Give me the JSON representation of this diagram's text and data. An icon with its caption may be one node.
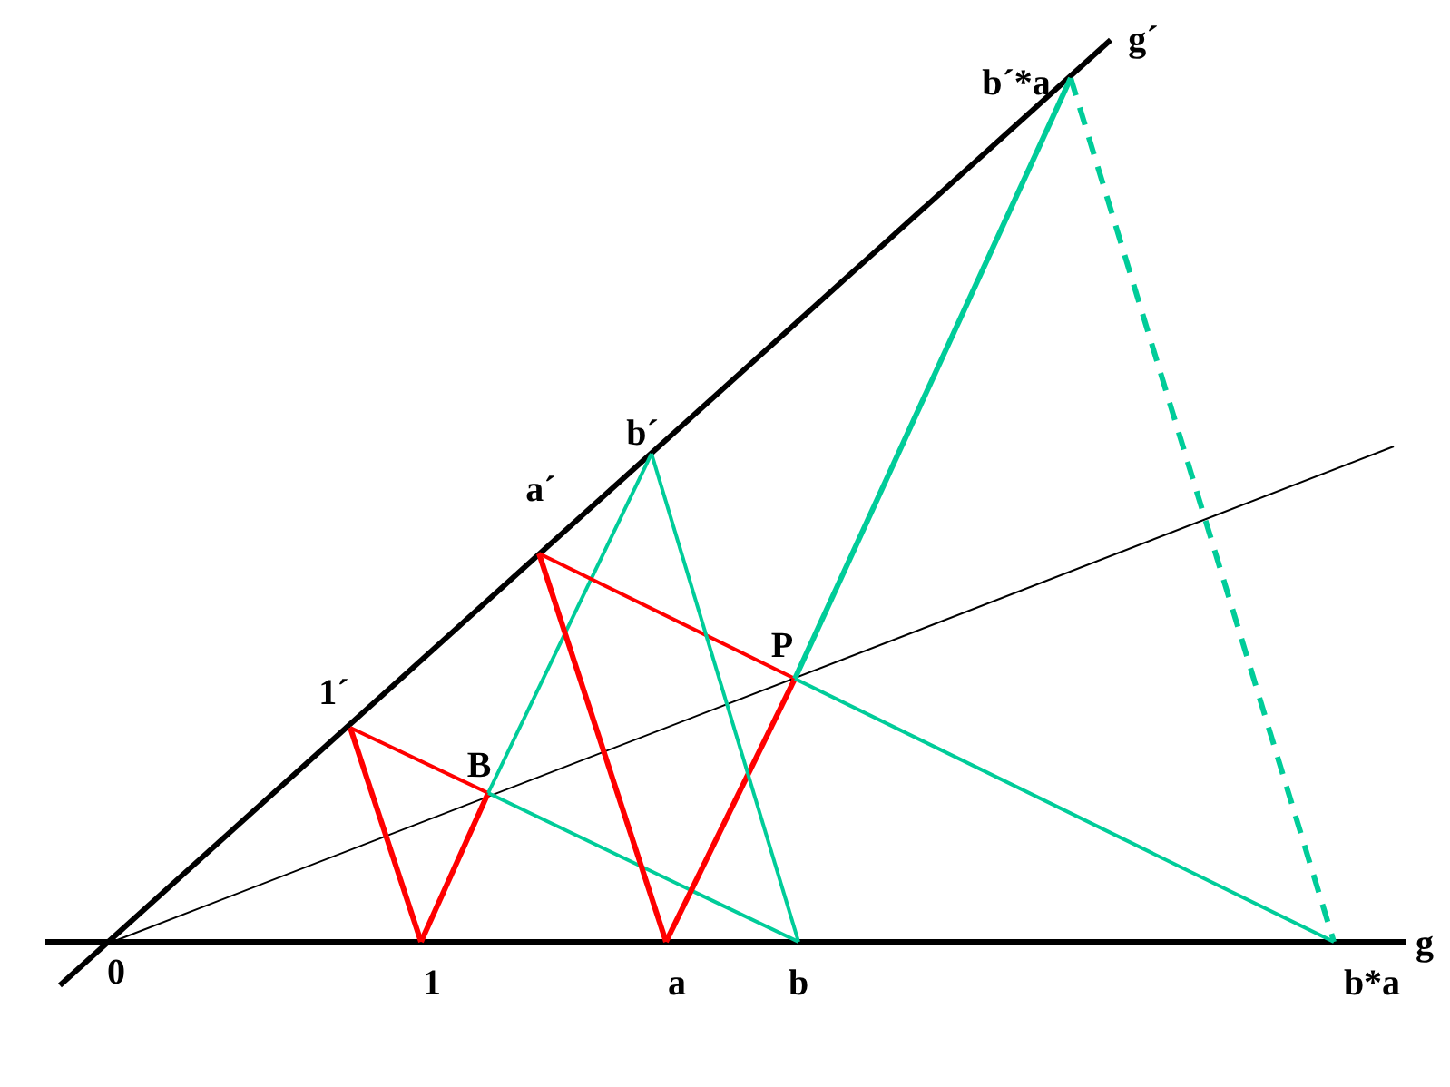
{
  "diagram": {
    "labels": [
      "g´",
      "b´*a",
      "b´",
      "a´",
      "P",
      "1´",
      "B",
      "0",
      "1",
      "a",
      "b",
      "b*a",
      "g"
    ]
  }
}
